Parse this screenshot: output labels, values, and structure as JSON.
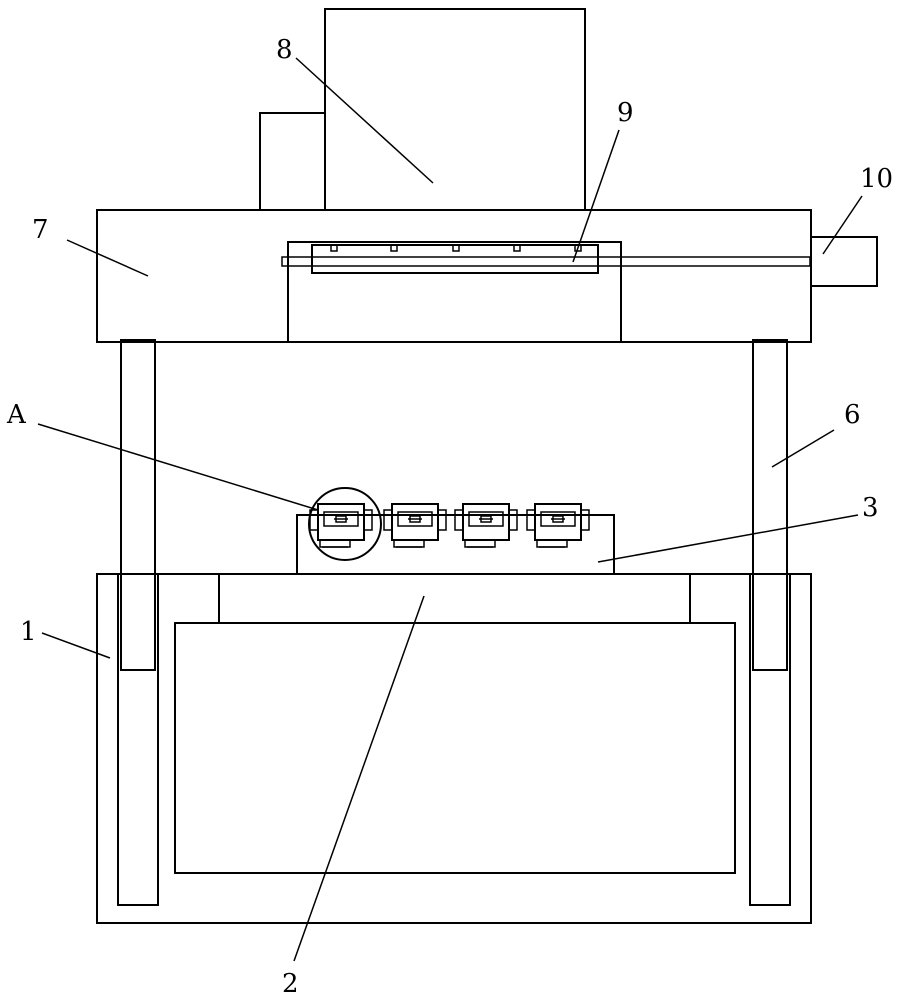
{
  "labels": {
    "part_1": "1",
    "part_2": "2",
    "part_3": "3",
    "part_6": "6",
    "part_7": "7",
    "part_8": "8",
    "part_9": "9",
    "part_10": "10",
    "detail_A": "A"
  },
  "colors": {
    "line": "#000000",
    "background": "#ffffff"
  }
}
